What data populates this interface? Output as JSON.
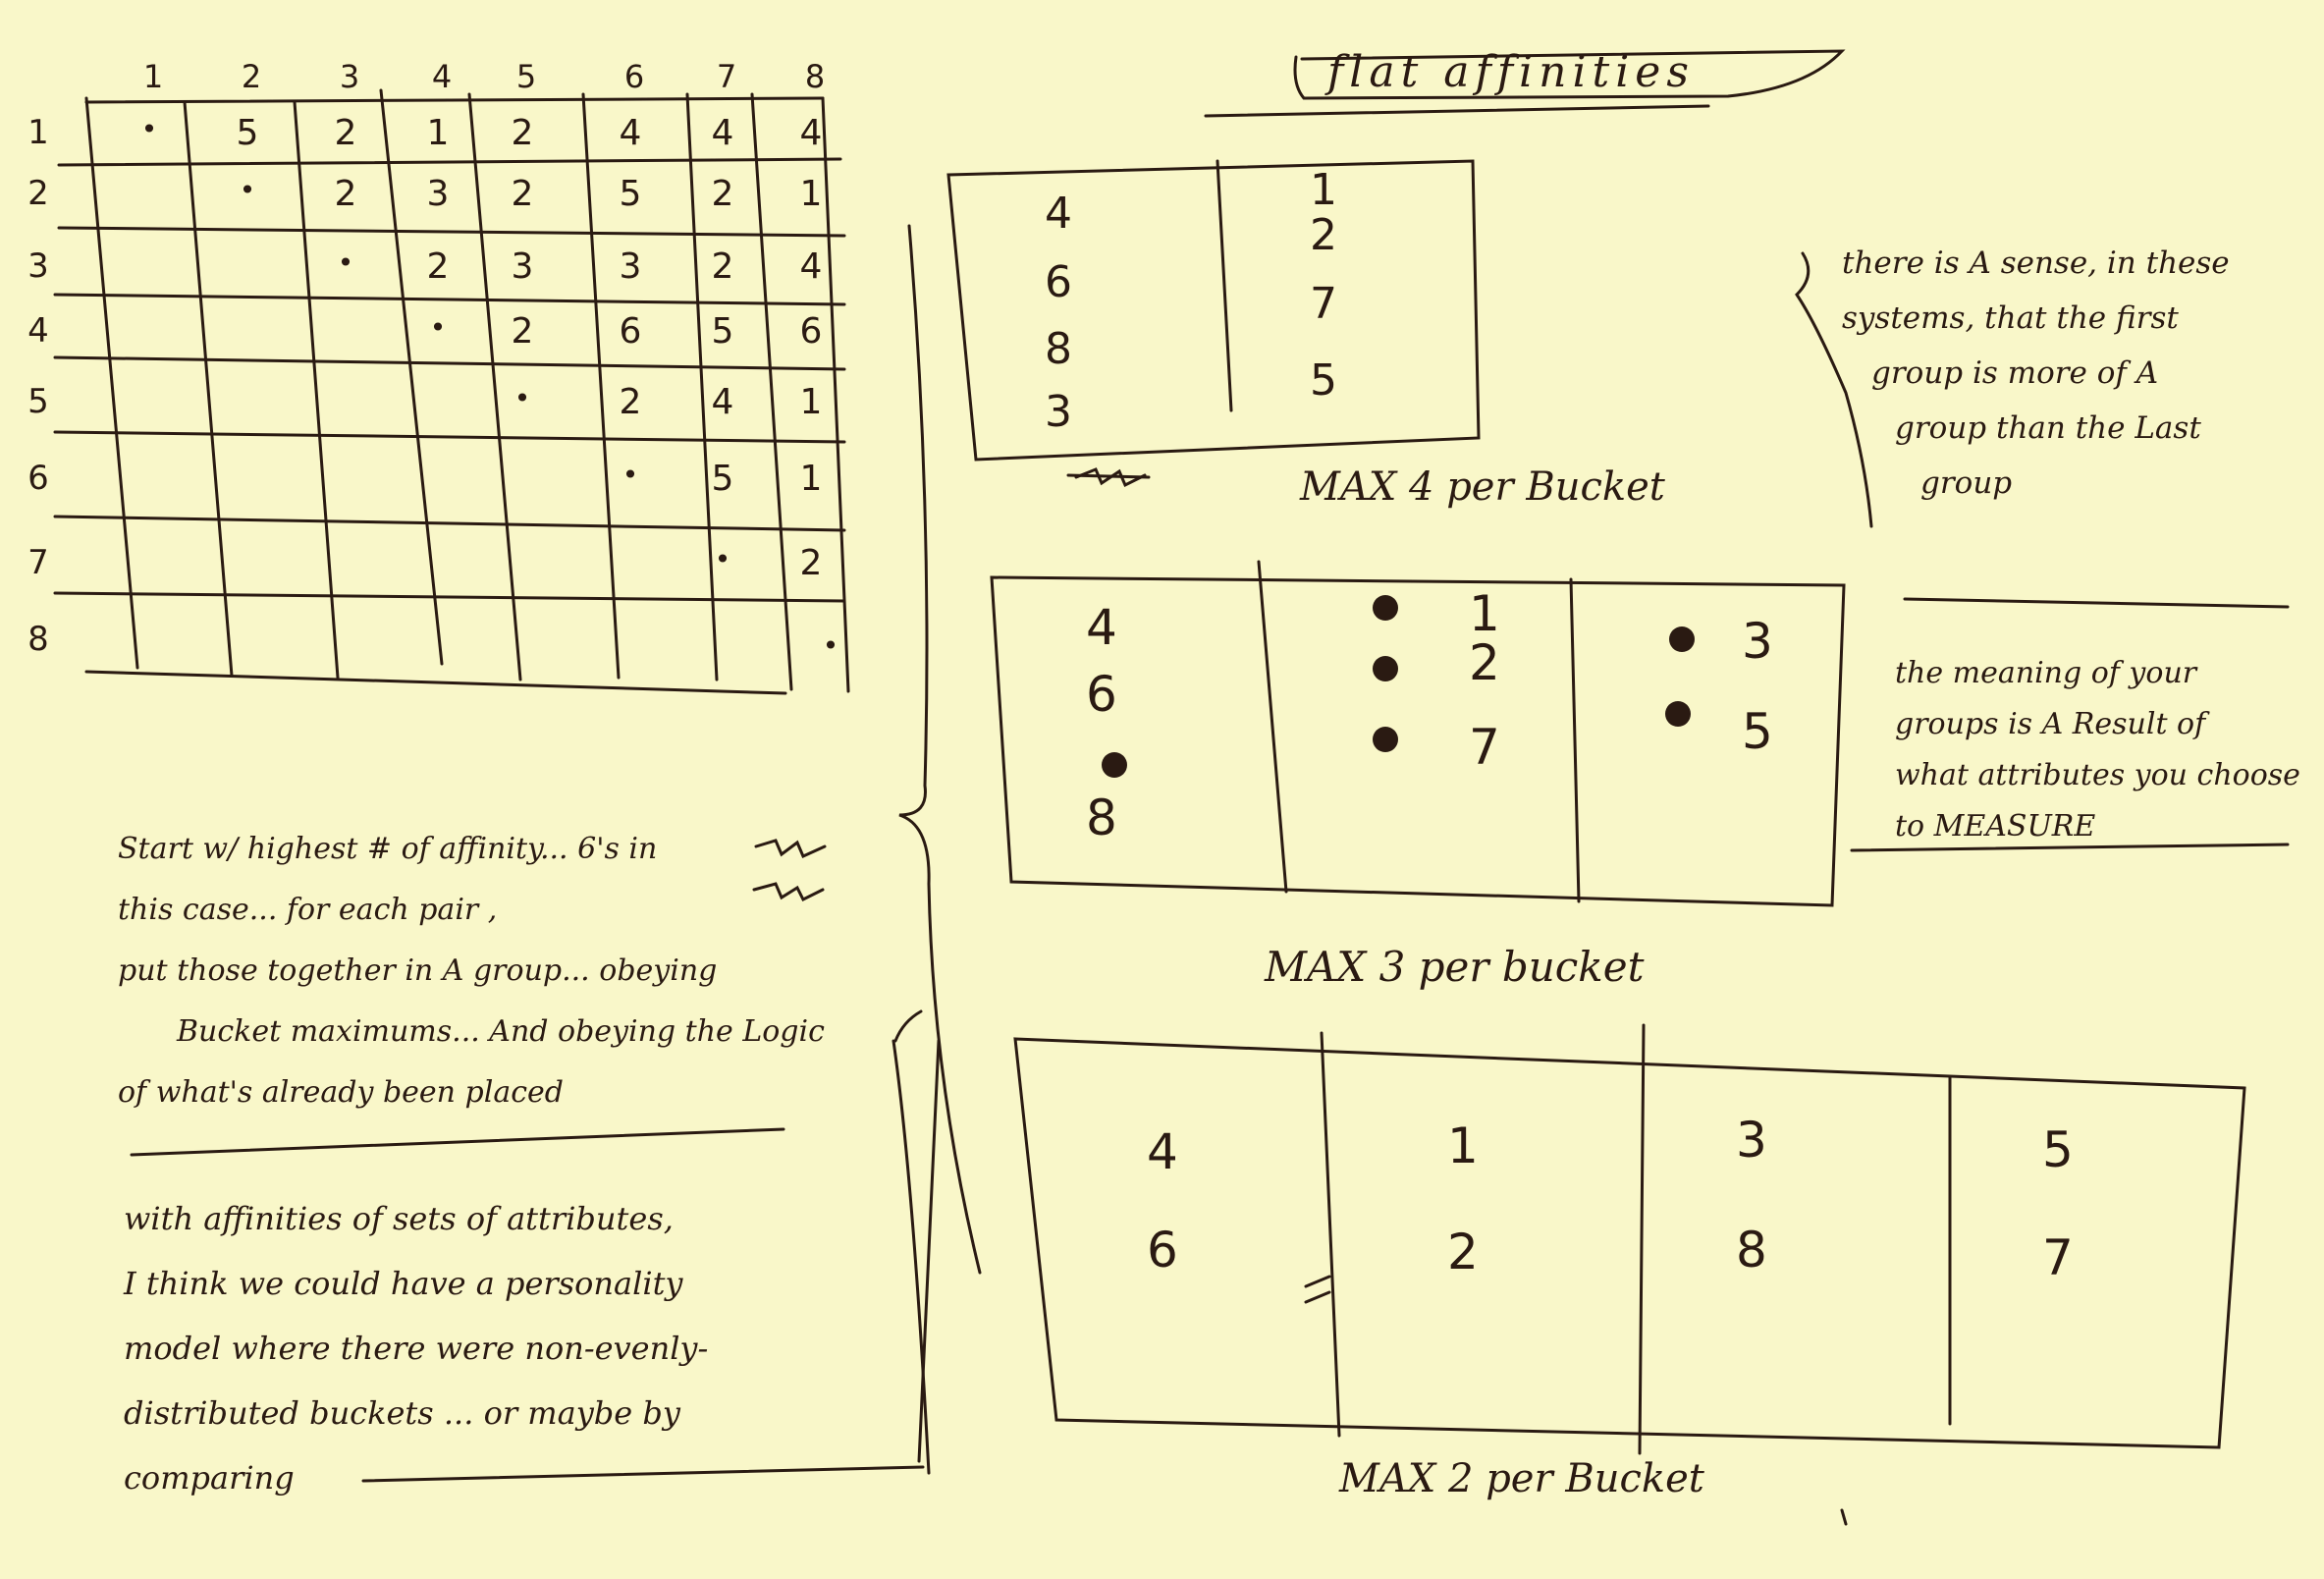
{
  "matrix": {
    "col_headers": [
      "1",
      "2",
      "3",
      "4",
      "5",
      "6",
      "7",
      "8"
    ],
    "row_headers": [
      "1",
      "2",
      "3",
      "4",
      "5",
      "6",
      "7",
      "8"
    ],
    "rows": [
      [
        "•",
        "5",
        "2",
        "1",
        "2",
        "4",
        "4",
        "4"
      ],
      [
        "",
        "•",
        "2",
        "3",
        "2",
        "5",
        "2",
        "1"
      ],
      [
        "",
        "",
        "•",
        "2",
        "3",
        "3",
        "2",
        "4"
      ],
      [
        "",
        "",
        "",
        "•",
        "2",
        "6",
        "5",
        "6"
      ],
      [
        "",
        "",
        "",
        "",
        "•",
        "2",
        "4",
        "1"
      ],
      [
        "",
        "",
        "",
        "",
        "",
        "•",
        "5",
        "1"
      ],
      [
        "",
        "",
        "",
        "",
        "",
        "",
        "•",
        "2"
      ],
      [
        "",
        "",
        "",
        "",
        "",
        "",
        "",
        "•"
      ]
    ]
  },
  "title": "flat affinities",
  "buckets_max4": {
    "columns": [
      [
        "4",
        "6",
        "8",
        "3"
      ],
      [
        "1",
        "2",
        "7",
        "5"
      ]
    ],
    "label": "MAX 4 per Bucket"
  },
  "buckets_max3": {
    "columns": [
      [
        "4",
        "6",
        "8"
      ],
      [
        "1",
        "2",
        "7"
      ],
      [
        "3",
        "5"
      ]
    ],
    "label": "MAX 3 per bucket"
  },
  "buckets_max2": {
    "columns": [
      [
        "4",
        "6"
      ],
      [
        "1",
        "2"
      ],
      [
        "3",
        "8"
      ],
      [
        "5",
        "7"
      ]
    ],
    "label": "MAX 2 per Bucket"
  },
  "note_sense": [
    "there is A sense, in these",
    "systems, that the first",
    "group is more of A",
    "group than the Last",
    "group"
  ],
  "note_meaning": [
    "the meaning of your",
    "groups is A Result of",
    "what attributes you choose",
    "to MEASURE"
  ],
  "note_start": [
    "Start w/ highest # of affinity... 6's in",
    "this case... for each pair ,",
    "put those together in A group... obeying",
    "Bucket maximums... And obeying the Logic",
    "of what's already been placed"
  ],
  "note_affinities": [
    "with affinities of sets of attributes,",
    "I think we could have a personality",
    "model where there were non-evenly-",
    "distributed buckets ... or maybe by",
    "comparing"
  ]
}
